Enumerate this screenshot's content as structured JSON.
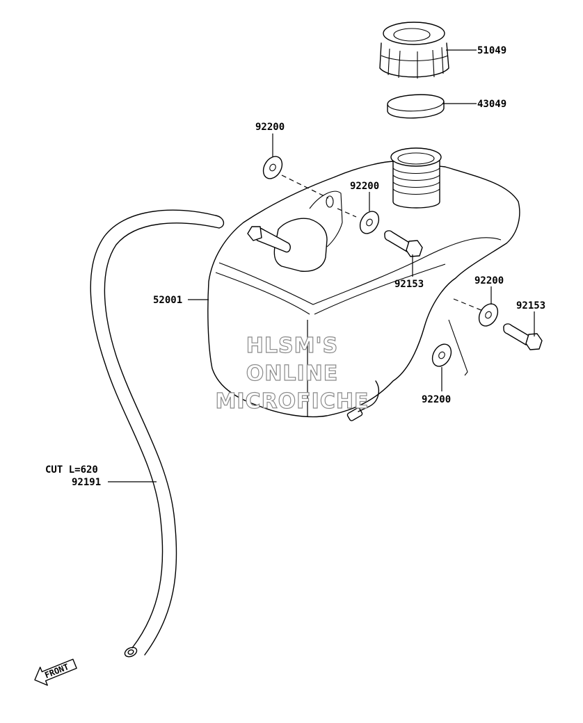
{
  "title": "",
  "parts": {
    "cap": "51049",
    "cap_gasket": "43049",
    "washer_top": "92200",
    "washer_mid": "92200",
    "washer_right": "92200",
    "washer_bottom": "92200",
    "bolt_mid": "92153",
    "bolt_right": "92153",
    "fuel_tank": "52001",
    "hose_cut": "CUT L=620",
    "hose": "92191"
  },
  "watermark": {
    "line1": "HLSM'S",
    "line2": "ONLINE",
    "line3": "MICROFICHE"
  },
  "front_arrow": {
    "label": "FRONT"
  }
}
